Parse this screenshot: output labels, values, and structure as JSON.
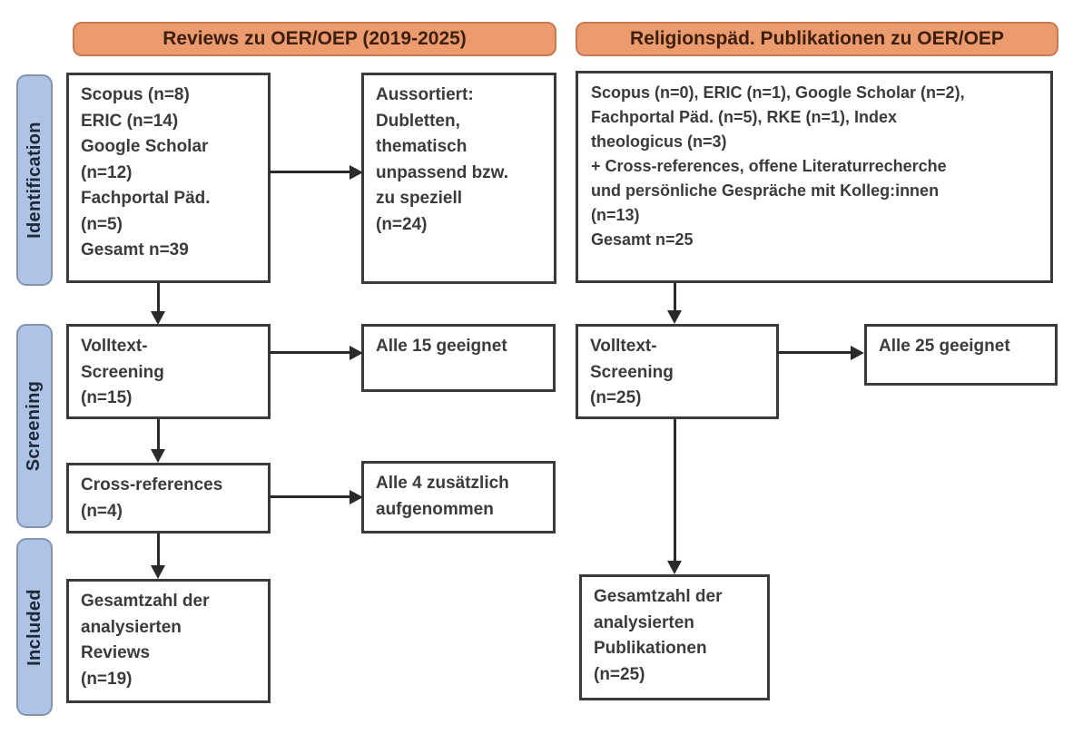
{
  "headers": {
    "left": "Reviews zu OER/OEP (2019-2025)",
    "right": "Religionspäd. Publikationen zu OER/OEP"
  },
  "stages": {
    "identification": "Identification",
    "screening": "Screening",
    "included": "Included"
  },
  "boxes": {
    "reviews_sources": "Scopus (n=8)\nERIC (n=14)\nGoogle Scholar\n(n=12)\nFachportal Päd.\n(n=5)\nGesamt n=39",
    "reviews_excluded": "Aussortiert:\nDubletten,\nthematisch\nunpassend bzw.\nzu speziell\n(n=24)",
    "reviews_fulltext": "Volltext-\nScreening\n(n=15)",
    "reviews_eligible": "Alle 15 geeignet",
    "reviews_crossref": "Cross-references\n(n=4)",
    "reviews_crossref_added": "Alle 4 zusätzlich\naufgenommen",
    "reviews_total": "Gesamtzahl der\nanalysierten\nReviews\n(n=19)",
    "relpaed_sources": "Scopus (n=0), ERIC (n=1), Google Scholar (n=2),\nFachportal Päd. (n=5), RKE (n=1), Index\ntheologicus (n=3)\n+ Cross-references, offene Literaturrecherche\nund persönliche Gespräche mit Kolleg:innen\n(n=13)\nGesamt n=25",
    "relpaed_fulltext": "Volltext-\nScreening\n(n=25)",
    "relpaed_eligible": "Alle 25 geeignet",
    "relpaed_total": "Gesamtzahl der\nanalysierten\nPublikationen\n(n=25)"
  },
  "colors": {
    "header_fill": "#EC9B6E",
    "header_border": "#C97A52",
    "header_text": "#3D1F0E",
    "stage_fill": "#AEC4E6",
    "stage_border": "#8494AE",
    "stage_text": "#1E2836",
    "box_border": "#3A3A3A",
    "box_text": "#3B3B3B",
    "arrow": "#2A2A2A",
    "background": "#FFFFFF"
  }
}
